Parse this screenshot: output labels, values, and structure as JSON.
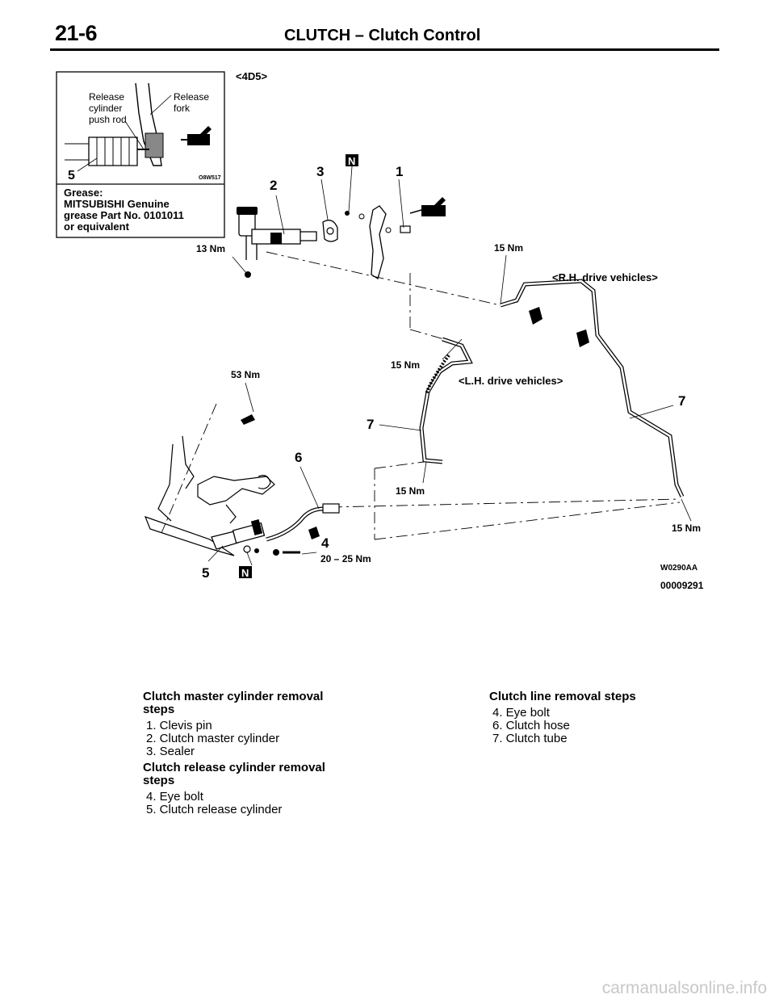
{
  "header": {
    "page_number": "21-6",
    "title": "CLUTCH – Clutch Control"
  },
  "inset": {
    "label_release_cylinder_push_rod": [
      "Release",
      "cylinder",
      "push rod"
    ],
    "label_release_fork": [
      "Release",
      "fork"
    ],
    "part_callout": "5",
    "figure_code": "O8W517",
    "grease_note": [
      "Grease:",
      "MITSUBISHI Genuine",
      "grease Part No. 0101011",
      "or equivalent"
    ]
  },
  "diagram": {
    "engine_label": "<4D5>",
    "rh_label": "<R.H. drive vehicles>",
    "lh_label": "<L.H. drive vehicles>",
    "callouts": {
      "c1": "1",
      "c2": "2",
      "c3": "3",
      "c4": "4",
      "c5": "5",
      "c6": "6",
      "c7a": "7",
      "c7b": "7",
      "n1": "N",
      "n2": "N"
    },
    "torques": {
      "t_13": "13 Nm",
      "t_15_top": "15 Nm",
      "t_15_mid": "15 Nm",
      "t_53": "53 Nm",
      "t_15_low": "15 Nm",
      "t_15_right": "15 Nm",
      "t_20_25": "20 – 25 Nm"
    },
    "figure_code": "W0290AA",
    "doc_code": "00009291"
  },
  "steps_left": [
    {
      "heading": "Clutch master cylinder removal steps",
      "items": [
        "1. Clevis pin",
        "2. Clutch master cylinder",
        "3. Sealer"
      ]
    },
    {
      "heading": "Clutch release cylinder removal steps",
      "items": [
        "4. Eye bolt",
        "5. Clutch release cylinder"
      ]
    }
  ],
  "steps_right": {
    "heading": "Clutch line removal steps",
    "items": [
      "4. Eye bolt",
      "6. Clutch hose",
      "7. Clutch tube"
    ]
  },
  "watermark": "carmanualsonline.info"
}
